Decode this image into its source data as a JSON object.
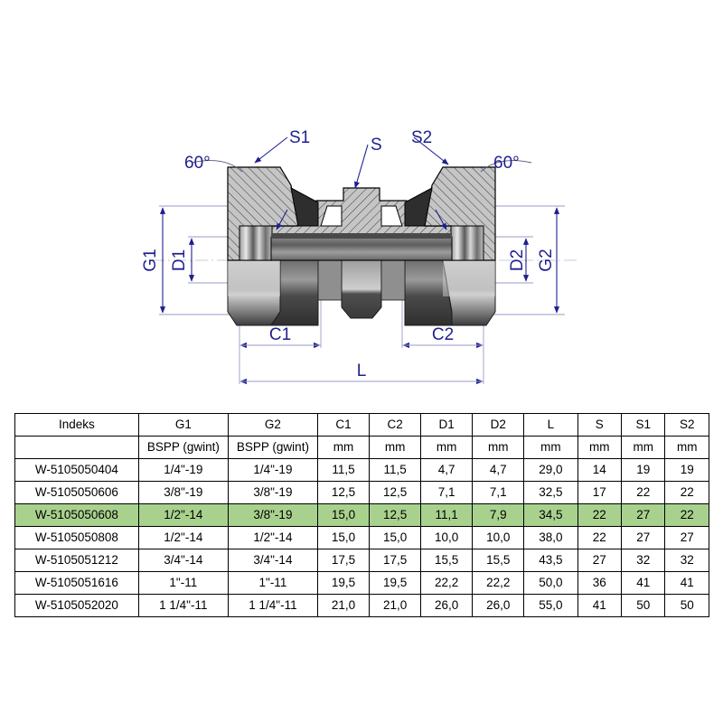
{
  "drawing": {
    "labels": {
      "angle_left": "60°",
      "angle_right": "60°",
      "s1": "S1",
      "s": "S",
      "s2": "S2",
      "g1": "G1",
      "d1": "D1",
      "d2": "D2",
      "g2": "G2",
      "c1": "C1",
      "c2": "C2",
      "l": "L"
    },
    "colors": {
      "label": "#1f1f8f",
      "dimension_line": "#9a9ac8",
      "metal_light": "#c9c9c9",
      "metal_dark": "#3a3a3a",
      "outline": "#000000"
    }
  },
  "table": {
    "highlight_color": "#a9d18e",
    "highlight_row_index": 2,
    "headers": [
      "Indeks",
      "G1",
      "G2",
      "C1",
      "C2",
      "D1",
      "D2",
      "L",
      "S",
      "S1",
      "S2"
    ],
    "units": [
      "",
      "BSPP (gwint)",
      "BSPP (gwint)",
      "mm",
      "mm",
      "mm",
      "mm",
      "mm",
      "mm",
      "mm",
      "mm"
    ],
    "rows": [
      [
        "W-5105050404",
        "1/4\"-19",
        "1/4\"-19",
        "11,5",
        "11,5",
        "4,7",
        "4,7",
        "29,0",
        "14",
        "19",
        "19"
      ],
      [
        "W-5105050606",
        "3/8\"-19",
        "3/8\"-19",
        "12,5",
        "12,5",
        "7,1",
        "7,1",
        "32,5",
        "17",
        "22",
        "22"
      ],
      [
        "W-5105050608",
        "1/2\"-14",
        "3/8\"-19",
        "15,0",
        "12,5",
        "11,1",
        "7,9",
        "34,5",
        "22",
        "27",
        "22"
      ],
      [
        "W-5105050808",
        "1/2\"-14",
        "1/2\"-14",
        "15,0",
        "15,0",
        "10,0",
        "10,0",
        "38,0",
        "22",
        "27",
        "27"
      ],
      [
        "W-5105051212",
        "3/4\"-14",
        "3/4\"-14",
        "17,5",
        "17,5",
        "15,5",
        "15,5",
        "43,5",
        "27",
        "32",
        "32"
      ],
      [
        "W-5105051616",
        "1\"-11",
        "1\"-11",
        "19,5",
        "19,5",
        "22,2",
        "22,2",
        "50,0",
        "36",
        "41",
        "41"
      ],
      [
        "W-5105052020",
        "1 1/4\"-11",
        "1 1/4\"-11",
        "21,0",
        "21,0",
        "26,0",
        "26,0",
        "55,0",
        "41",
        "50",
        "50"
      ]
    ]
  }
}
